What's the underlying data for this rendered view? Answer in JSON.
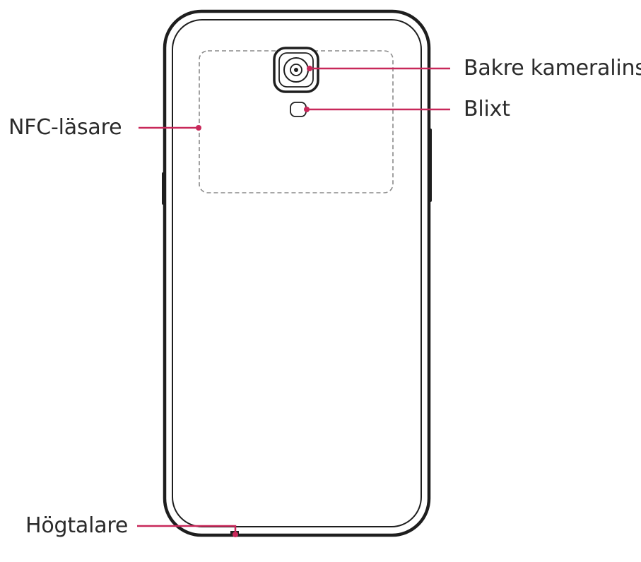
{
  "labels": {
    "rear_camera": "Bakre kameralins",
    "flash": "Blixt",
    "nfc": "NFC-läsare",
    "speaker": "Högtalare"
  },
  "colors": {
    "outline": "#1e1e1e",
    "callout": "#c8285a",
    "dashed": "#8a8a8a",
    "text": "#2b2b2b",
    "background": "#ffffff"
  },
  "icons": [
    "phone-back-outline",
    "camera-lens-icon",
    "flash-icon",
    "nfc-area",
    "speaker-grille"
  ]
}
